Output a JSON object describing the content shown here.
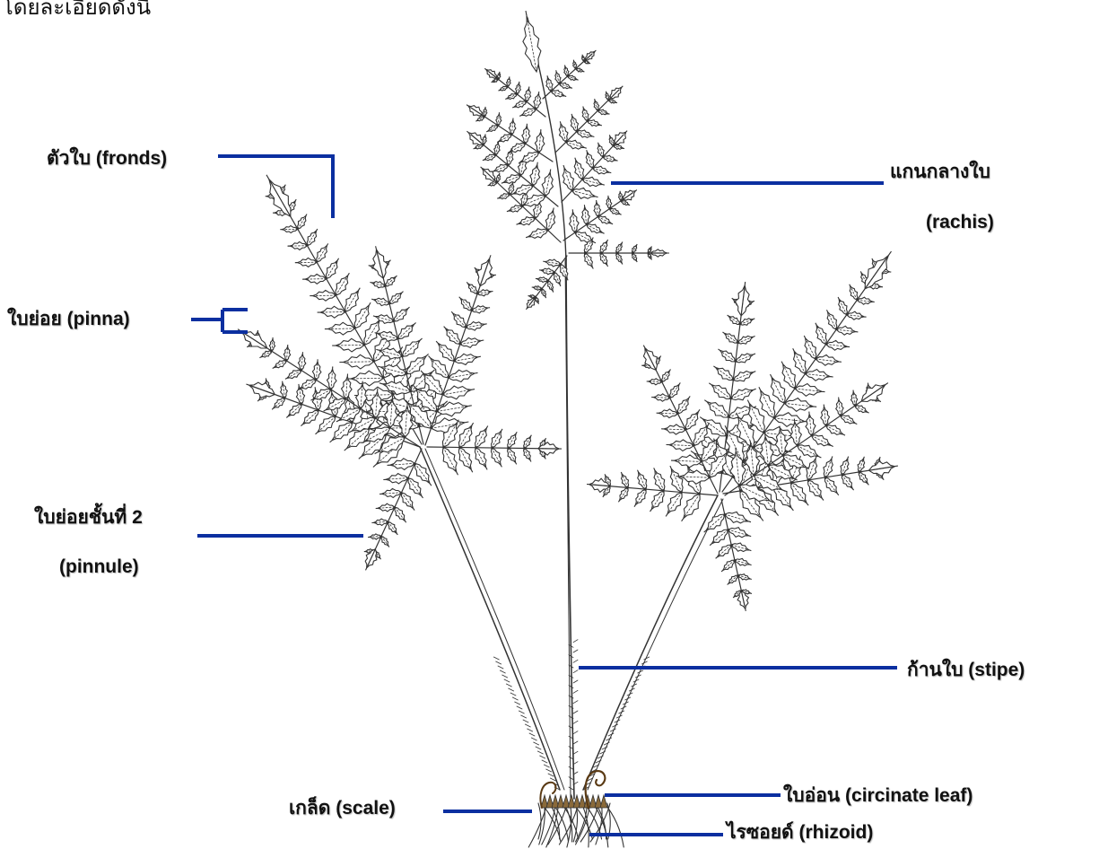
{
  "header": {
    "cut_text": "โดยละเอียดดังนี้"
  },
  "colors": {
    "leader_line": "#0b2fa0",
    "ink": "#333333",
    "background": "#ffffff"
  },
  "labels": {
    "fronds": {
      "thai": "ตัวใบ",
      "eng": "(fronds)"
    },
    "rachis": {
      "thai": "แกนกลางใบ",
      "eng": "(rachis)"
    },
    "pinna": {
      "thai": "ใบย่อย",
      "eng": "(pinna)"
    },
    "pinnule": {
      "thai": "ใบย่อยชั้นที่ 2",
      "eng": "(pinnule)"
    },
    "stipe": {
      "thai": "ก้านใบ",
      "eng": "(stipe)"
    },
    "scale": {
      "thai": "เกล็ด",
      "eng": "(scale)"
    },
    "circinate": {
      "thai": "ใบอ่อน",
      "eng": "(circinate leaf)"
    },
    "rhizoid": {
      "thai": "ไรซอยด์",
      "eng": "(rhizoid)"
    }
  }
}
